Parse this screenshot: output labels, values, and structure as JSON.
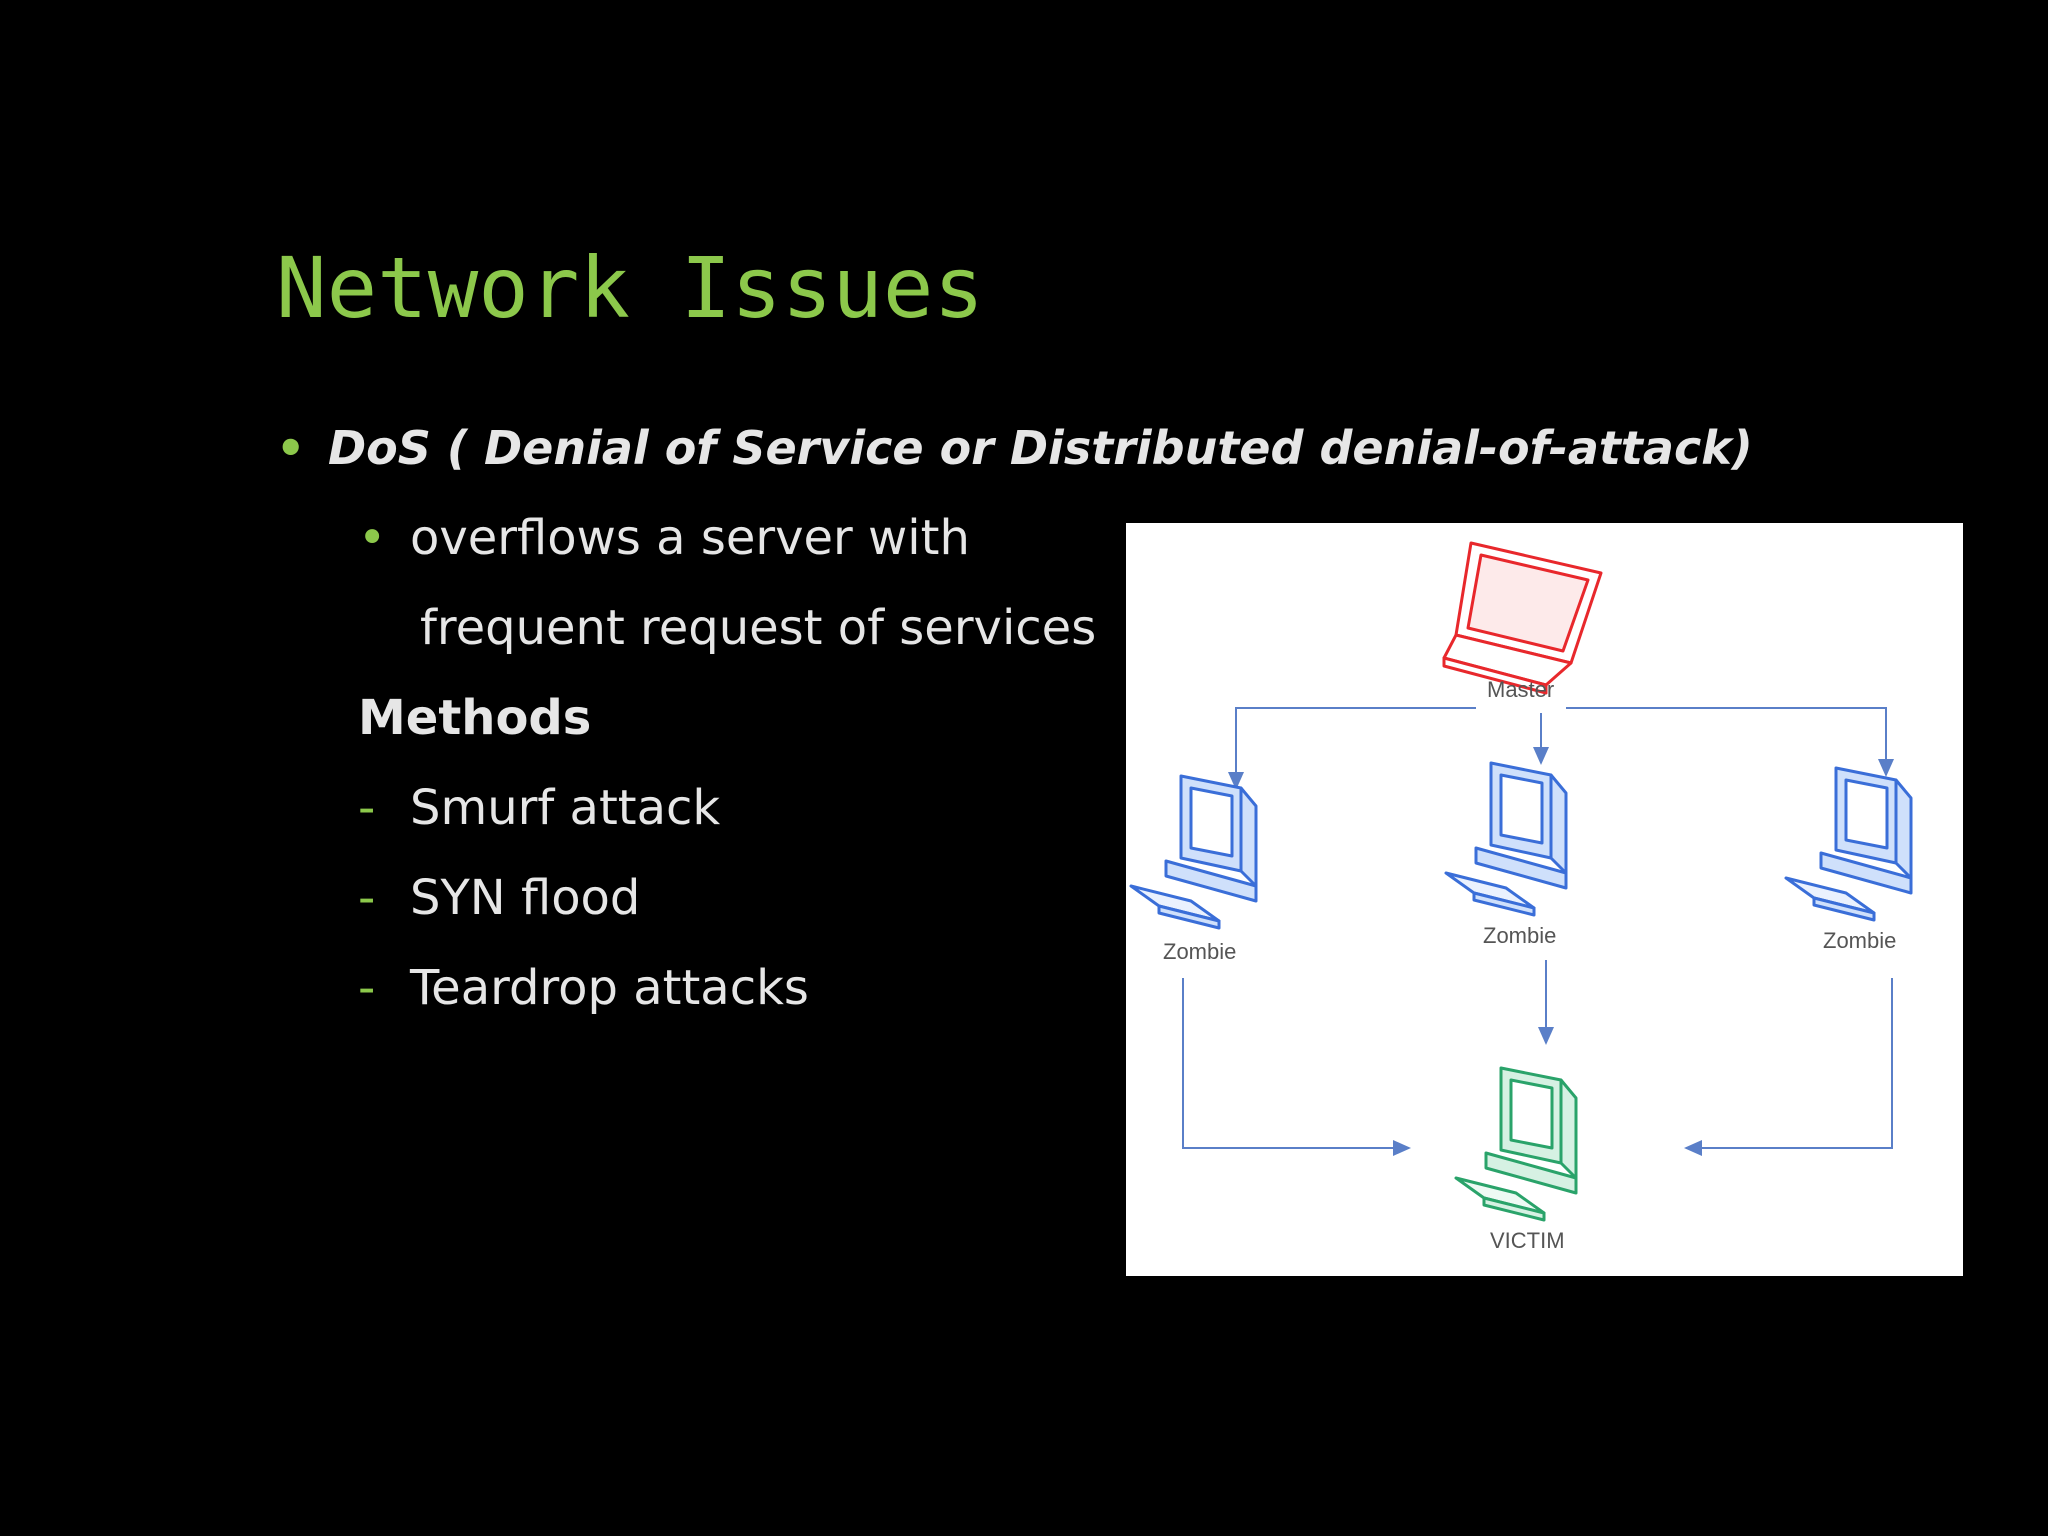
{
  "slide": {
    "title": "Network Issues",
    "bullet_1": {
      "marker": "•",
      "text": "DoS ( Denial of Service or Distributed denial-of-attack)"
    },
    "bullet_2": {
      "marker": "•",
      "line_1": "overflows a server with",
      "line_2": "frequent request of services"
    },
    "methods_heading": "Methods",
    "methods": [
      {
        "marker": "-",
        "text": "Smurf attack"
      },
      {
        "marker": "-",
        "text": "SYN flood"
      },
      {
        "marker": "-",
        "text": "Teardrop attacks"
      }
    ]
  },
  "diagram": {
    "master_label": "Master",
    "zombie_labels": [
      "Zombie",
      "Zombie",
      "Zombie"
    ],
    "victim_label": "VICTIM",
    "colors": {
      "master": "#e8282c",
      "zombie": "#3a6ed8",
      "victim": "#2aa36a",
      "arrow": "#5a7fc8"
    },
    "icons": [
      "laptop-icon",
      "desktop-computer-icon",
      "desktop-computer-icon",
      "desktop-computer-icon",
      "desktop-computer-icon"
    ]
  },
  "theme": {
    "background": "#000000",
    "accent": "#8cc84b",
    "text": "#e6e6e6"
  }
}
